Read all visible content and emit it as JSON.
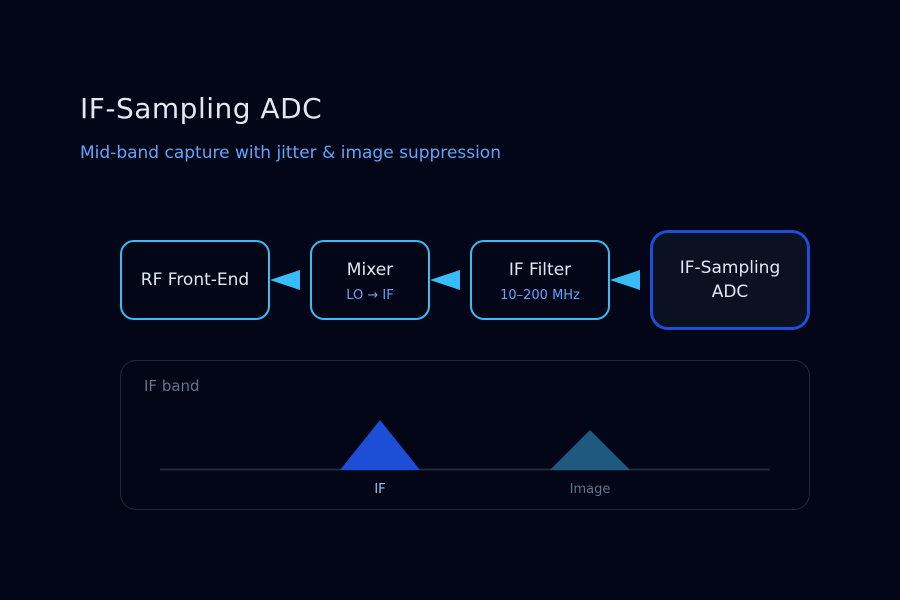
{
  "header": {
    "title": "IF-Sampling ADC",
    "subtitle": "Mid-band capture with jitter & image suppression"
  },
  "chain": {
    "rf": {
      "label": "RF Front-End"
    },
    "mixer": {
      "label": "Mixer",
      "sublabel": "LO → IF"
    },
    "if_filter": {
      "label": "IF Filter",
      "sublabel": "10–200 MHz"
    },
    "adc": {
      "label": "IF-Sampling ADC"
    }
  },
  "spectrum": {
    "label": "IF band",
    "peaks": {
      "if": {
        "label": "IF"
      },
      "image": {
        "label": "Image"
      }
    }
  },
  "colors": {
    "background": "#020617",
    "block_border": "#38bdf8",
    "adc_border": "#1d4ed8",
    "arrow": "#38bdf8",
    "if_peak": "#1d4ed8",
    "image_peak": "#1e5a80"
  }
}
